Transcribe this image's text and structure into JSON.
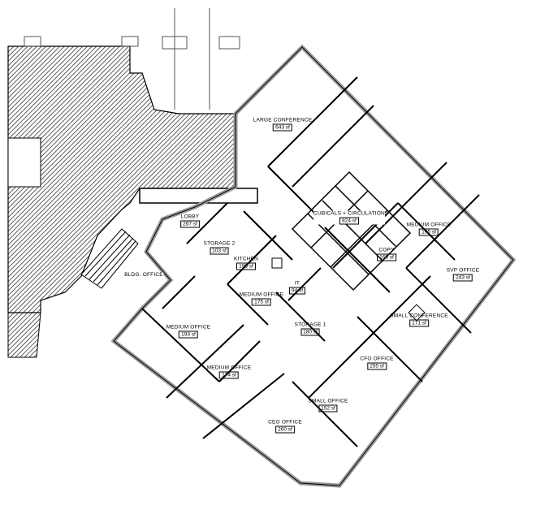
{
  "rooms": [
    {
      "name": "LARGE CONFERENCE",
      "area": "643 sf"
    },
    {
      "name": "LOBBY",
      "area": "267 sf"
    },
    {
      "name": "STORAGE 2",
      "area": "103 sf"
    },
    {
      "name": "KITCHEN",
      "area": "196 sf"
    },
    {
      "name": "CUBICALS + CIRCULATION",
      "area": "824 sf"
    },
    {
      "name": "MEDIUM OFFICE",
      "area": "195 sf"
    },
    {
      "name": "COPY",
      "area": "169 sf"
    },
    {
      "name": "SVP OFFICE",
      "area": "243 sf"
    },
    {
      "name": "IT",
      "area": "94 sf"
    },
    {
      "name": "MEDIUM OFFICE",
      "area": "175 sf"
    },
    {
      "name": "STORAGE 1",
      "area": "180 sf"
    },
    {
      "name": "SMALL CONFERENCE",
      "area": "171 sf"
    },
    {
      "name": "MEDIUM OFFICE",
      "area": "193 sf"
    },
    {
      "name": "MEDIUM OFFICE",
      "area": "174 sf"
    },
    {
      "name": "CFO OFFICE",
      "area": "255 sf"
    },
    {
      "name": "SMALL OFFICE",
      "area": "152 sf"
    },
    {
      "name": "CEO OFFICE",
      "area": "260 sf"
    },
    {
      "name": "BLDG. OFFICE",
      "area": ""
    }
  ],
  "colors": {
    "line": "#000000",
    "hatch": "#333333",
    "wall_gray": "#9a9a9a"
  }
}
